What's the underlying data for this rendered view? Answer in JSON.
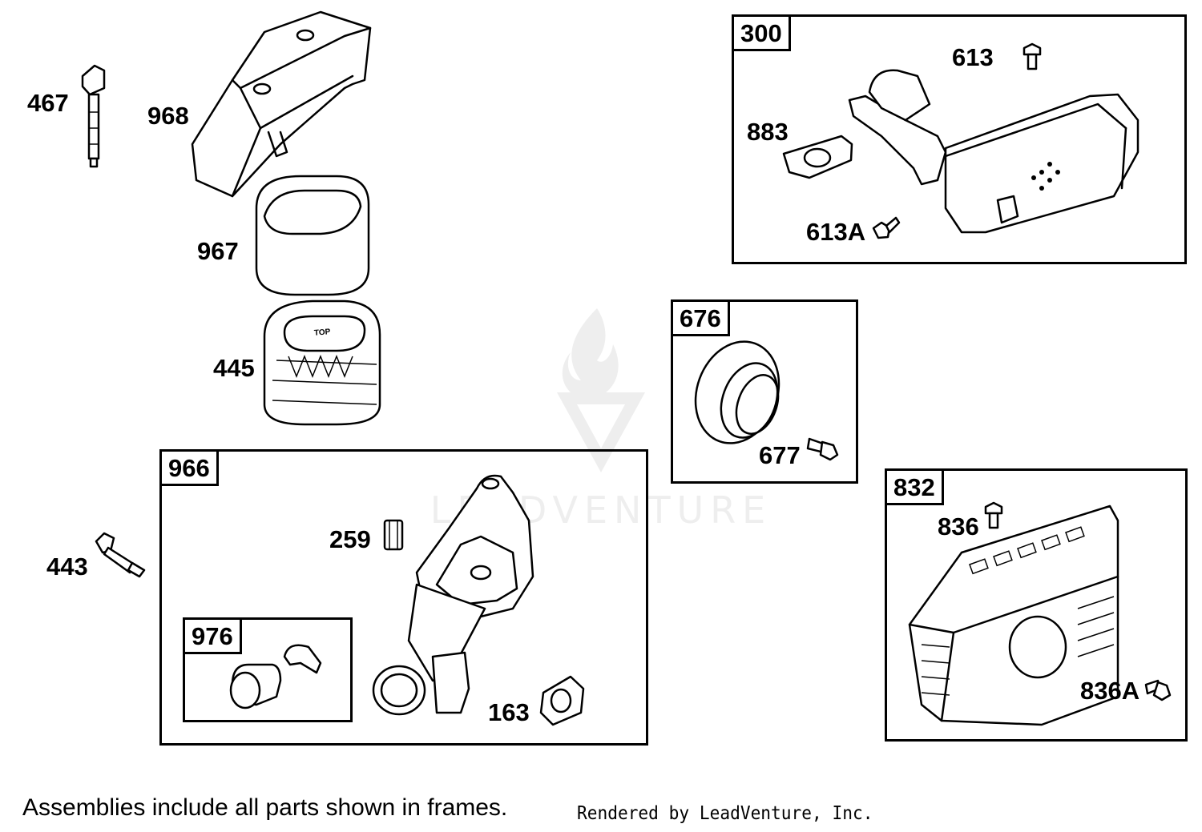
{
  "parts": [
    {
      "key": "p467",
      "label": "467"
    },
    {
      "key": "p968",
      "label": "968"
    },
    {
      "key": "p967",
      "label": "967"
    },
    {
      "key": "p445",
      "label": "445"
    },
    {
      "key": "p443",
      "label": "443"
    },
    {
      "key": "p259",
      "label": "259"
    },
    {
      "key": "p163",
      "label": "163"
    },
    {
      "key": "p613",
      "label": "613"
    },
    {
      "key": "p883",
      "label": "883"
    },
    {
      "key": "p613A",
      "label": "613A"
    },
    {
      "key": "p677",
      "label": "677"
    },
    {
      "key": "p836",
      "label": "836"
    },
    {
      "key": "p836A",
      "label": "836A"
    }
  ],
  "frames": [
    {
      "key": "f300",
      "label": "300"
    },
    {
      "key": "f676",
      "label": "676"
    },
    {
      "key": "f966",
      "label": "966"
    },
    {
      "key": "f976",
      "label": "976"
    },
    {
      "key": "f832",
      "label": "832"
    }
  ],
  "footnote": "Assemblies include all parts shown in frames.",
  "credit": "Rendered by LeadVenture, Inc.",
  "watermark": {
    "text": "LEADVENTURE",
    "color": "#eeeeee"
  },
  "filter_text": "TOP"
}
